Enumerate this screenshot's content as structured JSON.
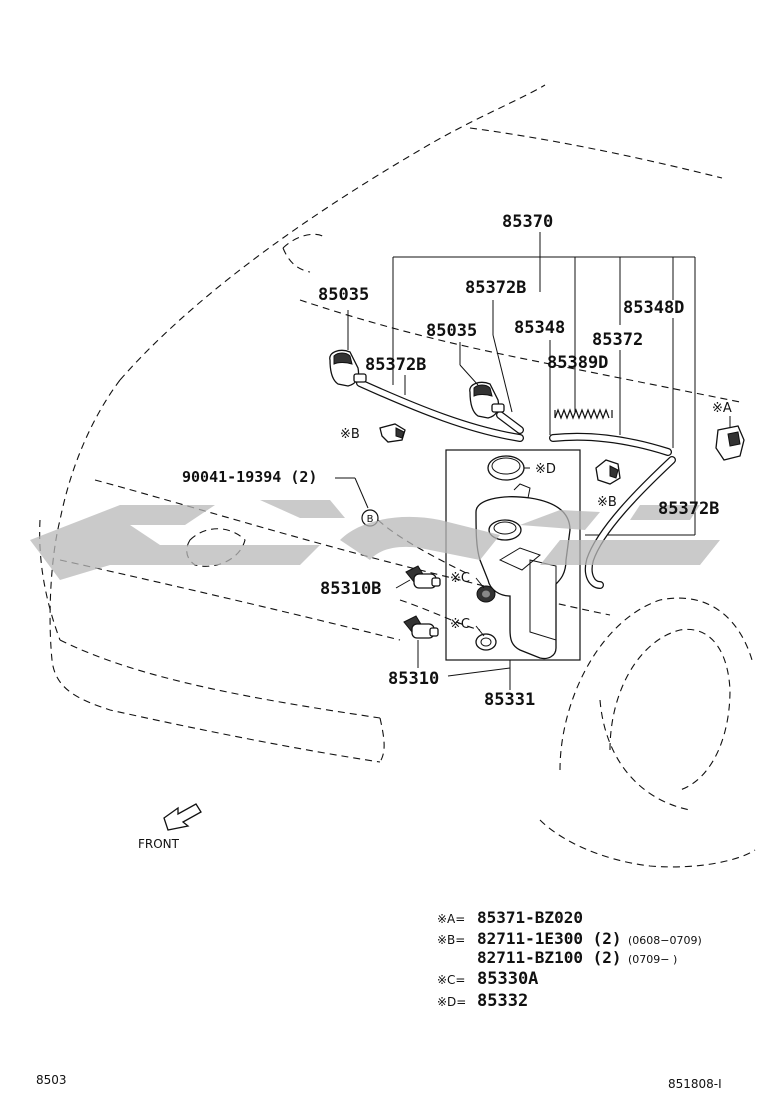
{
  "labels": {
    "p85370": "85370",
    "p85035_a": "85035",
    "p85372b_top": "85372B",
    "p85035_b": "85035",
    "p85348": "85348",
    "p85372": "85372",
    "p85348d": "85348D",
    "p85372b_left": "85372B",
    "p85389d": "85389D",
    "mark_a": "※A",
    "mark_b_left": "※B",
    "mark_d": "※D",
    "mark_b_right": "※B",
    "p90041": "90041-19394 (2)",
    "callout_b": "B",
    "p85372b_right": "85372B",
    "mark_c_upper": "※C",
    "p85310b": "85310B",
    "mark_c_lower": "※C",
    "p85310": "85310",
    "p85331": "85331",
    "front": "FRONT"
  },
  "legend": [
    {
      "key": "※A=",
      "part": "85371-BZ020",
      "note": ""
    },
    {
      "key": "※B=",
      "part": "82711-1E300 (2)",
      "note": "(0608−0709)"
    },
    {
      "key": "",
      "part": "82711-BZ100 (2)",
      "note": "(0709−      )"
    },
    {
      "key": "※C=",
      "part": "85330A",
      "note": ""
    },
    {
      "key": "※D=",
      "part": "85332",
      "note": ""
    }
  ],
  "footer": {
    "left_code": "8503",
    "right_code": "851808-I"
  },
  "colors": {
    "ink": "#111111",
    "watermark": "#b8b8b8",
    "background": "#ffffff"
  }
}
